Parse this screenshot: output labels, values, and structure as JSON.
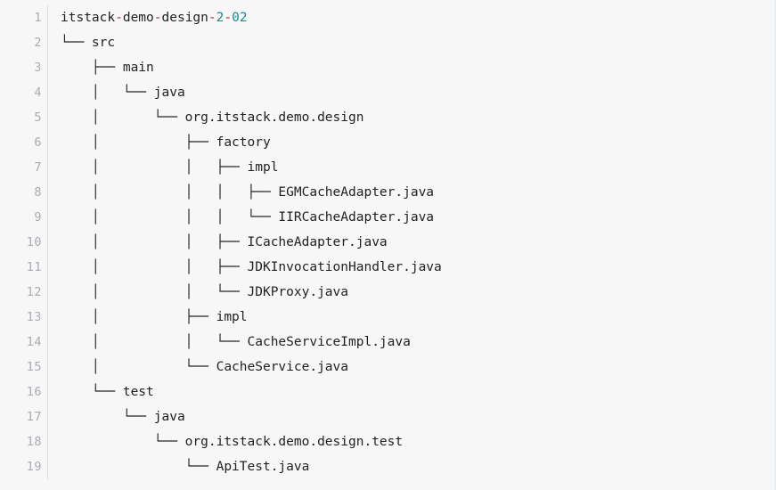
{
  "block": {
    "name": "project-directory-tree",
    "language": "plaintext",
    "background_color": "#f7f7f7",
    "text_color": "#1e2022",
    "gutter_color": "#a8acb1",
    "divider_color": "#dcdfe2",
    "accent_punct_color": "#a0302c",
    "accent_number_color": "#1a8a8a",
    "first_line_segments": [
      {
        "text": "itstack",
        "kind": "plain"
      },
      {
        "text": "-",
        "kind": "punct"
      },
      {
        "text": "demo",
        "kind": "plain"
      },
      {
        "text": "-",
        "kind": "punct"
      },
      {
        "text": "design",
        "kind": "plain"
      },
      {
        "text": "-",
        "kind": "punct"
      },
      {
        "text": "2",
        "kind": "num"
      },
      {
        "text": "-",
        "kind": "punct"
      },
      {
        "text": "02",
        "kind": "num"
      }
    ],
    "lines": [
      {
        "number": "1",
        "text": "itstack-demo-design-2-02"
      },
      {
        "number": "2",
        "text": "└── src"
      },
      {
        "number": "3",
        "text": "    ├── main"
      },
      {
        "number": "4",
        "text": "    │   └── java"
      },
      {
        "number": "5",
        "text": "    │       └── org.itstack.demo.design"
      },
      {
        "number": "6",
        "text": "    │           ├── factory"
      },
      {
        "number": "7",
        "text": "    │           │   ├── impl"
      },
      {
        "number": "8",
        "text": "    │           │   │   ├── EGMCacheAdapter.java"
      },
      {
        "number": "9",
        "text": "    │           │   │   └── IIRCacheAdapter.java"
      },
      {
        "number": "10",
        "text": "    │           │   ├── ICacheAdapter.java"
      },
      {
        "number": "11",
        "text": "    │           │   ├── JDKInvocationHandler.java"
      },
      {
        "number": "12",
        "text": "    │           │   └── JDKProxy.java"
      },
      {
        "number": "13",
        "text": "    │           ├── impl"
      },
      {
        "number": "14",
        "text": "    │           │   └── CacheServiceImpl.java"
      },
      {
        "number": "15",
        "text": "    │           └── CacheService.java"
      },
      {
        "number": "16",
        "text": "    └── test"
      },
      {
        "number": "17",
        "text": "        └── java"
      },
      {
        "number": "18",
        "text": "            └── org.itstack.demo.design.test"
      },
      {
        "number": "19",
        "text": "                └── ApiTest.java"
      }
    ]
  }
}
